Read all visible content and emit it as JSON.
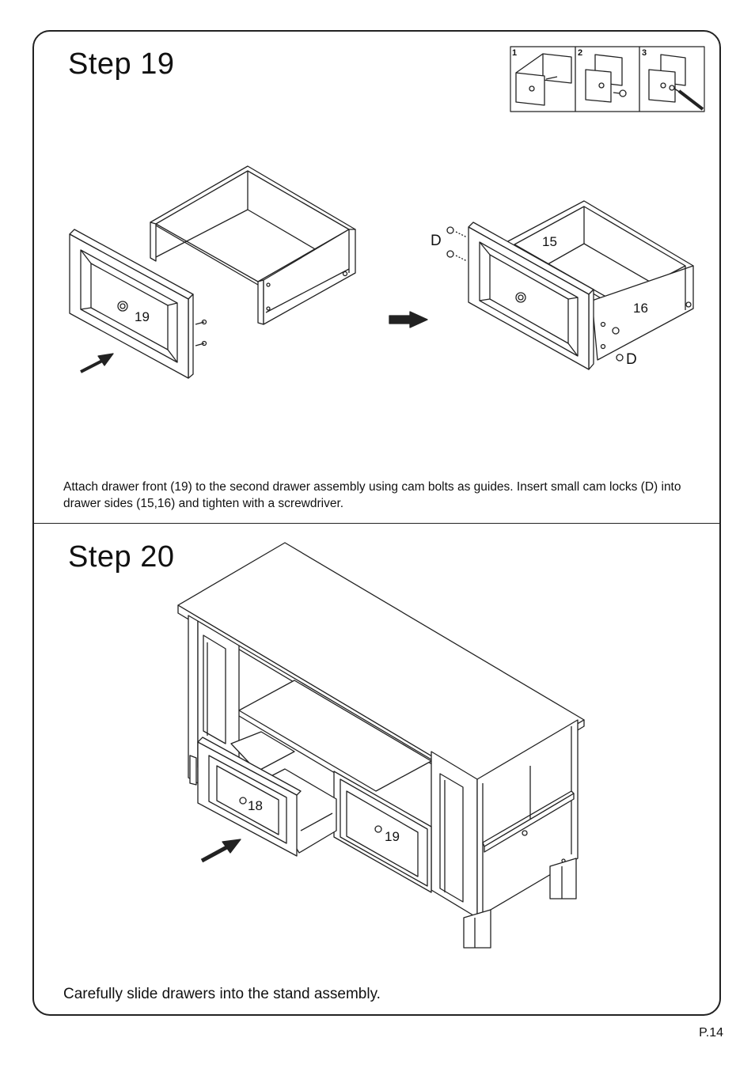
{
  "step19": {
    "title": "Step  19",
    "instruction": "Attach drawer front (19) to the second drawer assembly using cam bolts as guides. Insert small cam locks (D) into drawer sides (15,16) and tighten with a screwdriver.",
    "inset_numbers": [
      "1",
      "2",
      "3"
    ],
    "labels": {
      "front": "19",
      "side_left": "15",
      "side_right": "16",
      "lock_a": "D",
      "lock_b": "D"
    }
  },
  "step20": {
    "title": "Step  20",
    "instruction": "Carefully slide drawers into the stand assembly.",
    "labels": {
      "drawer_left": "18",
      "drawer_right": "19"
    }
  },
  "page_number": "P.14"
}
